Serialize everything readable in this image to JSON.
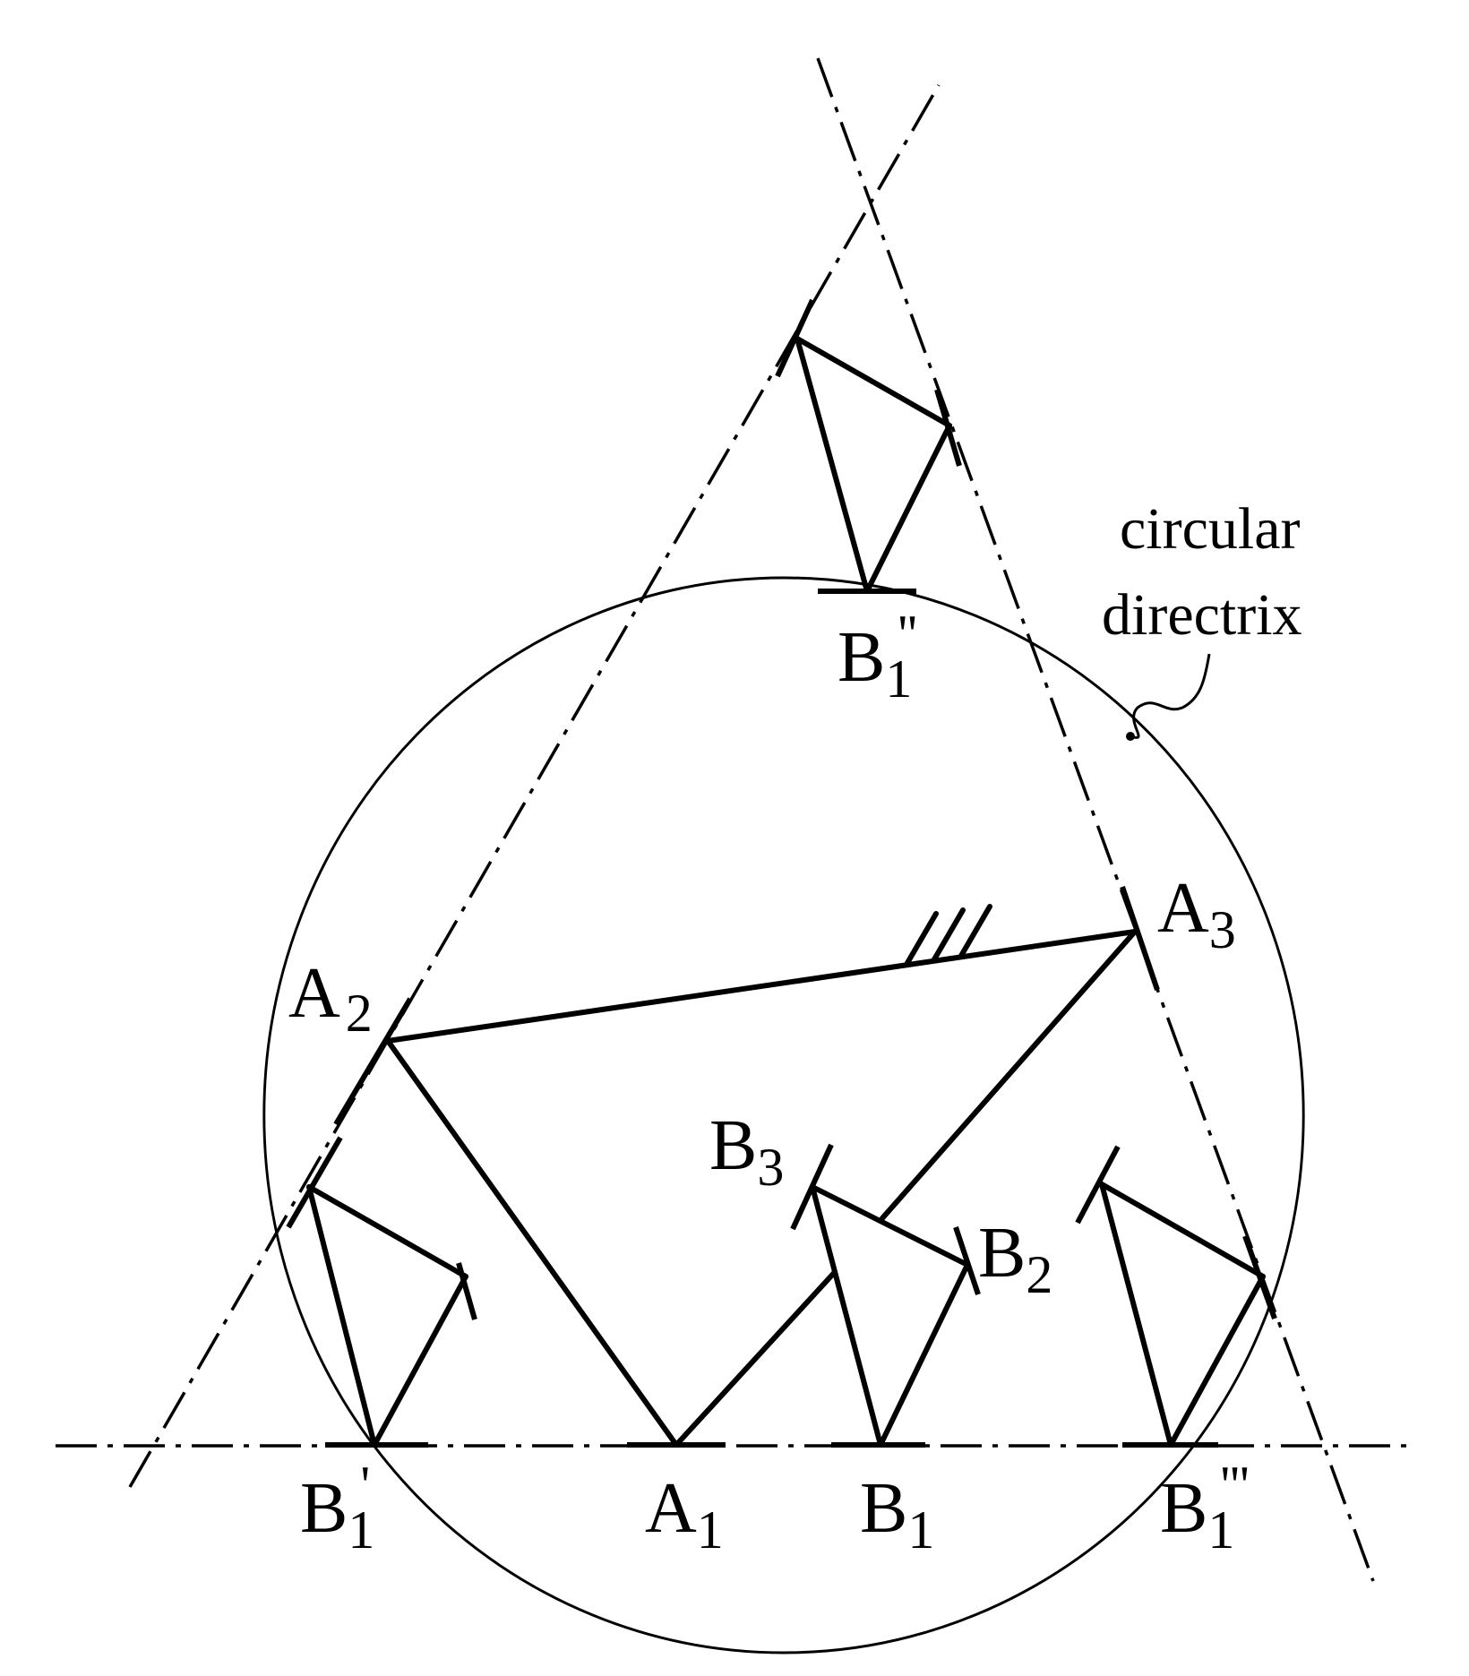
{
  "labels": {
    "A1": {
      "main": "A",
      "sub": "1"
    },
    "A2": {
      "main": "A",
      "sub": "2"
    },
    "A3": {
      "main": "A",
      "sub": "3"
    },
    "B1": {
      "main": "B",
      "sub": "1"
    },
    "B2": {
      "main": "B",
      "sub": "2"
    },
    "B3": {
      "main": "B",
      "sub": "3"
    },
    "B1p": {
      "main": "B",
      "sub": "1",
      "prime": "'"
    },
    "B1pp": {
      "main": "B",
      "sub": "1",
      "prime": "''"
    },
    "B1ppp": {
      "main": "B",
      "sub": "1",
      "prime": "'''"
    }
  },
  "annotation": {
    "line1": "circular",
    "line2": "directrix"
  },
  "colors": {
    "ink": "#000000",
    "background": "#ffffff"
  }
}
